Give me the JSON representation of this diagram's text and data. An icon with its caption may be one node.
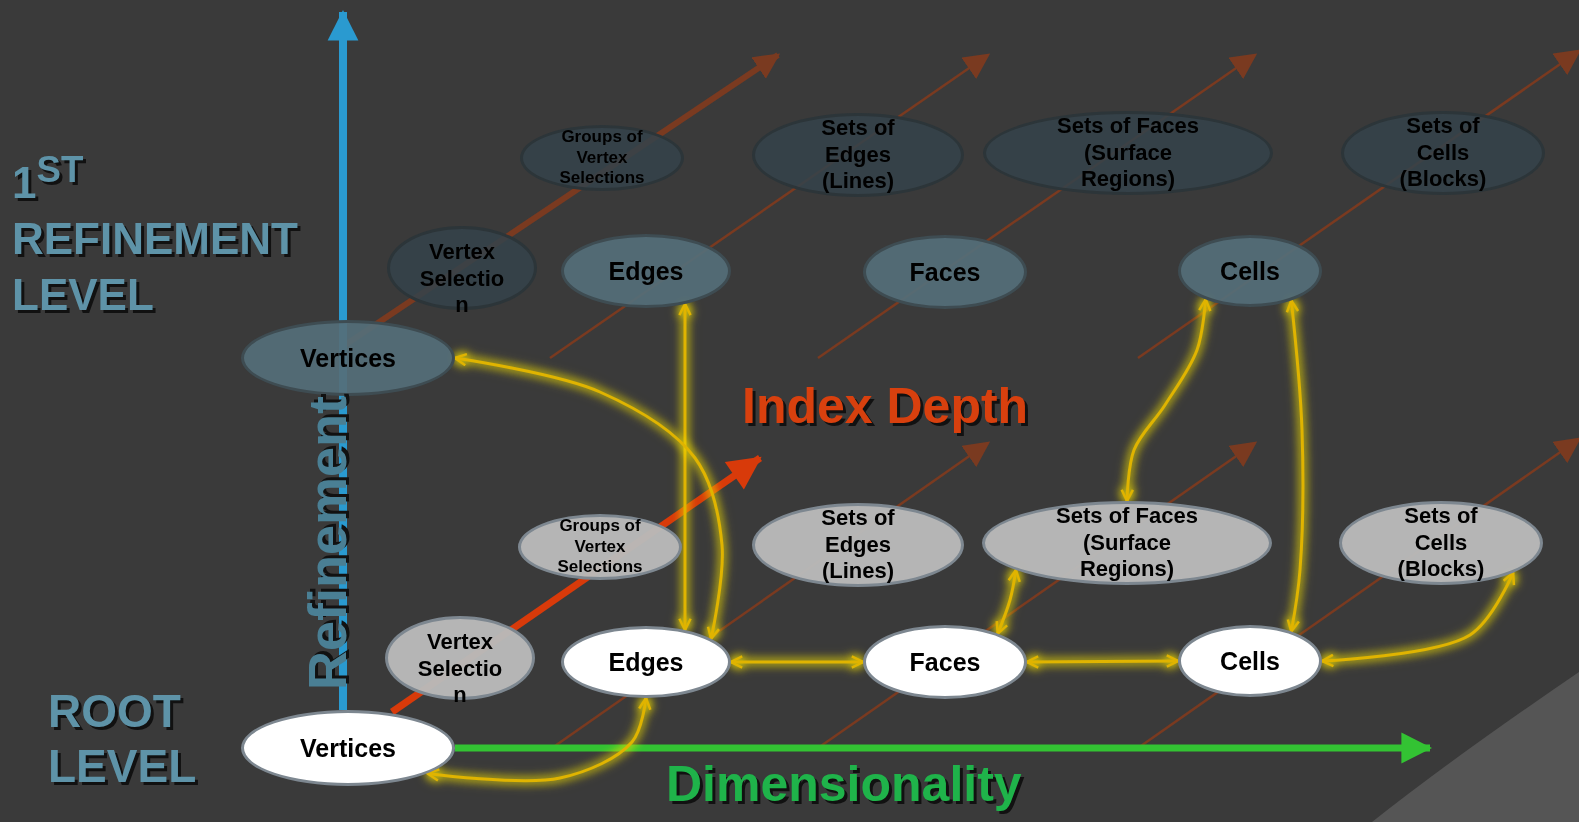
{
  "diagram": {
    "nodes": [
      {
        "text": [
          "Vertices"
        ]
      },
      {
        "text": [
          "Vertex Selectio n"
        ]
      },
      {
        "text": [
          "Groups of Vertex Selections"
        ]
      },
      {
        "text": [
          "Edges"
        ]
      },
      {
        "text": [
          "Sets of Edges (Lines)"
        ]
      },
      {
        "text": [
          "Faces"
        ]
      },
      {
        "text": [
          "Sets of Faces (Surface Regions)"
        ]
      },
      {
        "text": [
          "Cells"
        ]
      },
      {
        "text": [
          "Sets of Cells (Blocks)"
        ]
      },
      {
        "text": [
          "Vertices"
        ]
      },
      {
        "text": [
          "Vertex Selectio n"
        ]
      },
      {
        "text": [
          "Groups of Vertex Selections"
        ]
      },
      {
        "text": [
          "Edges"
        ]
      },
      {
        "text": [
          "Sets of Edges (Lines)"
        ]
      },
      {
        "text": [
          "Faces"
        ]
      },
      {
        "text": [
          "Sets of Faces (Surface Regions)"
        ]
      },
      {
        "text": [
          "Cells"
        ]
      },
      {
        "text": [
          "Sets of Cells (Blocks)"
        ]
      }
    ],
    "edges": [
      {
        "from": 3,
        "to": 0,
        "arrow": "both"
      },
      {
        "from": 3,
        "to": 12,
        "arrow": "both"
      },
      {
        "from": 9,
        "to": 3,
        "arrow": "both"
      },
      {
        "from": 3,
        "to": 5,
        "arrow": "both"
      },
      {
        "from": 5,
        "to": 6,
        "arrow": "both"
      },
      {
        "from": 5,
        "to": 7,
        "arrow": "both"
      },
      {
        "from": 6,
        "to": 16,
        "arrow": "both"
      },
      {
        "from": 7,
        "to": 16,
        "arrow": "both"
      },
      {
        "from": 7,
        "to": 8,
        "arrow": "both"
      }
    ],
    "labels": [
      "1$^{ST}$ REFINEMENT LEVEL",
      "Index Depth",
      "Refinement",
      "ROOT LEVEL",
      "Dimensionality"
    ]
  }
}
